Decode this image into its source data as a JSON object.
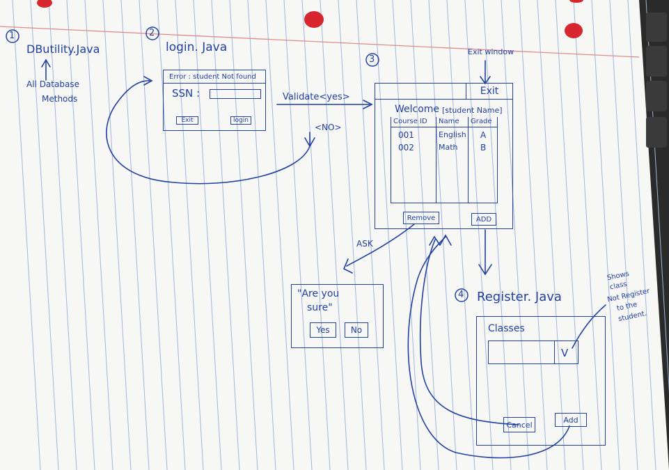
{
  "steps": {
    "s1": "1",
    "s2": "2",
    "s3": "3",
    "s4": "4"
  },
  "dbutility": {
    "title": "DButility.Java",
    "note_line1": "All Database",
    "note_line2": "Methods"
  },
  "login": {
    "title": "login. Java",
    "error": "Error : student Not found",
    "ssn_label": "SSN :",
    "exit_button": "Exit",
    "login_button": "login",
    "validate_yes": "Validate<yes>",
    "no_label": "<NO>"
  },
  "main_window": {
    "exit_window_note": "Exit window",
    "exit_button": "Exit",
    "welcome_prefix": "Welcome",
    "welcome_name": "[student Name]",
    "columns": [
      "Course ID",
      "Name",
      "Grade"
    ],
    "rows": [
      [
        "001",
        "English",
        "A"
      ],
      [
        "002",
        "Math",
        "B"
      ]
    ],
    "remove_button": "Remove",
    "add_button": "ADD"
  },
  "confirm": {
    "ask_label": "ASK",
    "question_line1": "\"Are you",
    "question_line2": "sure\"",
    "yes_button": "Yes",
    "no_button": "No"
  },
  "register": {
    "title": "Register. Java",
    "classes_label": "Classes",
    "dropdown_arrow": "V",
    "cancel_button": "Cancel",
    "add_button": "Add",
    "note_line1": "Shows",
    "note_line2": "class",
    "note_line3": "Not Register",
    "note_line4": "to the",
    "note_line5": "student."
  },
  "colors": {
    "ink": "#1f3fa3",
    "paper": "#f7f7f5",
    "rule_blue": "#9fb6dd",
    "margin_red": "#e08a8a",
    "hole_red": "#d8262e"
  }
}
